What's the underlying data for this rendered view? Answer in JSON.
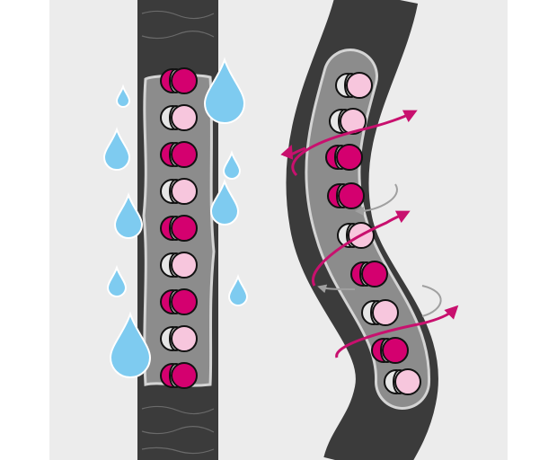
{
  "colors": {
    "background": "#ececec",
    "band": "#3b3b3b",
    "panel": "#8c8c8c",
    "panel_outline": "#d4d4d4",
    "pill_magenta": "#d4006f",
    "pill_pink": "#f7c6dd",
    "pill_white": "#e6e6e6",
    "water": "#7ecbf0",
    "arrow": "#c8106e",
    "back_arrow": "#a0a0a0"
  },
  "left_pill_rows": [
    "magenta",
    "pink",
    "magenta",
    "pink",
    "magenta",
    "pink",
    "magenta",
    "pink",
    "magenta"
  ],
  "right_pill_rows": [
    "pink",
    "pink",
    "magenta",
    "magenta",
    "pink",
    "magenta",
    "pink",
    "magenta",
    "pink"
  ]
}
